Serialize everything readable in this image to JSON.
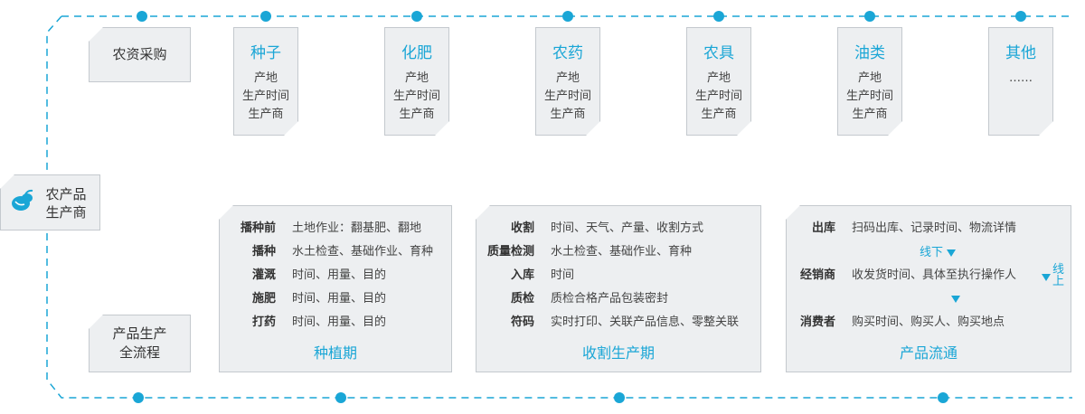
{
  "procurement": {
    "label": "农资采购",
    "cards": [
      {
        "title": "种子",
        "lines": [
          "产地",
          "生产时间",
          "生产商"
        ]
      },
      {
        "title": "化肥",
        "lines": [
          "产地",
          "生产时间",
          "生产商"
        ]
      },
      {
        "title": "农药",
        "lines": [
          "产地",
          "生产时间",
          "生产商"
        ]
      },
      {
        "title": "农具",
        "lines": [
          "产地",
          "生产时间",
          "生产商"
        ]
      },
      {
        "title": "油类",
        "lines": [
          "产地",
          "生产时间",
          "生产商"
        ]
      },
      {
        "title": "其他",
        "lines": [
          "……"
        ]
      }
    ]
  },
  "producer": {
    "label_line1": "农产品",
    "label_line2": "生产商",
    "icon": "vegetable-icon"
  },
  "process": {
    "label_line1": "产品生产",
    "label_line2": "全流程"
  },
  "panels": {
    "planting": {
      "title": "种植期",
      "rows": [
        {
          "key": "播种前",
          "value": "土地作业：翻基肥、翻地"
        },
        {
          "key": "播种",
          "value": "水土检查、基础作业、育种"
        },
        {
          "key": "灌溉",
          "value": "时间、用量、目的"
        },
        {
          "key": "施肥",
          "value": "时间、用量、目的"
        },
        {
          "key": "打药",
          "value": "时间、用量、目的"
        }
      ]
    },
    "harvest": {
      "title": "收割生产期",
      "rows": [
        {
          "key": "收割",
          "value": "时间、天气、产量、收割方式"
        },
        {
          "key": "质量检测",
          "value": "水土检查、基础作业、育种"
        },
        {
          "key": "入库",
          "value": "时间"
        },
        {
          "key": "质检",
          "value": "质检合格产品包装密封"
        },
        {
          "key": "符码",
          "value": "实时打印、关联产品信息、零整关联"
        }
      ]
    },
    "circulation": {
      "title": "产品流通",
      "rows": [
        {
          "key": "出库",
          "value": "扫码出库、记录时间、物流详情"
        },
        {
          "key": "经销商",
          "value": "收发货时间、具体至执行操作人"
        },
        {
          "key": "消费者",
          "value": "购买时间、购买人、购买地点"
        }
      ],
      "offline_label": "线下",
      "online_label_1": "线",
      "online_label_2": "上"
    }
  },
  "colors": {
    "accent": "#1aa6d6",
    "box_bg": "#edeff1",
    "box_border": "#c4c9ce"
  }
}
